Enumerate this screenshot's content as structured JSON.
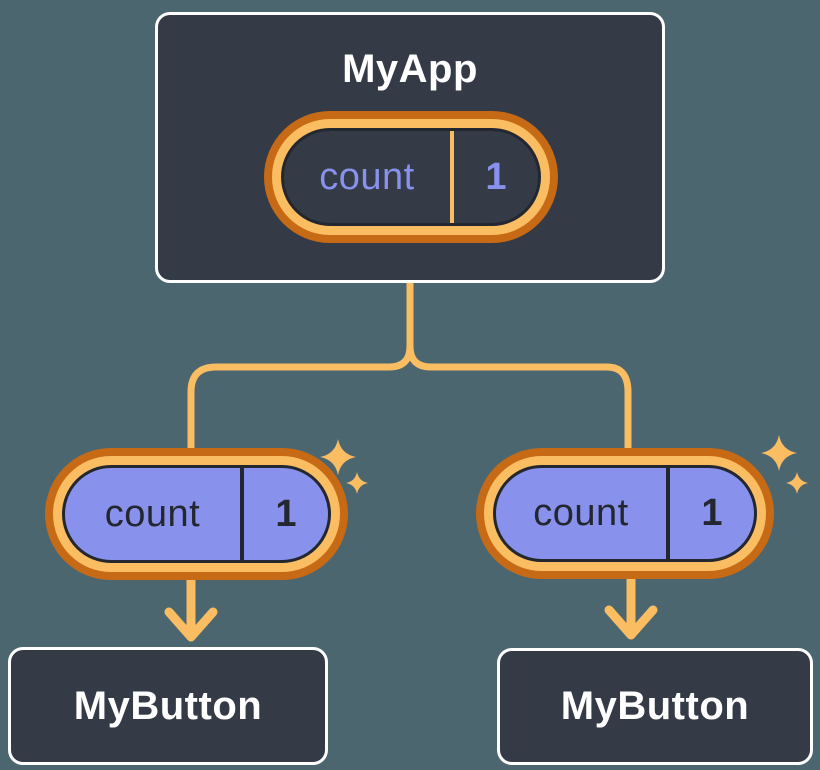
{
  "colors": {
    "background": "#4C6670",
    "node-fill": "#343A46",
    "node-border": "#FFFFFF",
    "node-text": "#FFFFFF",
    "pill-outer": "#C76A15",
    "pill-ring": "#FABD62",
    "pill-purple": "#8891EC",
    "pill-dark": "#23272F",
    "connector": "#FABD62"
  },
  "tree": {
    "root": {
      "title": "MyApp",
      "state_pill": {
        "name": "count",
        "value": "1"
      }
    },
    "children": [
      {
        "title": "MyButton",
        "prop_pill": {
          "name": "count",
          "value": "1"
        }
      },
      {
        "title": "MyButton",
        "prop_pill": {
          "name": "count",
          "value": "1"
        }
      }
    ]
  }
}
